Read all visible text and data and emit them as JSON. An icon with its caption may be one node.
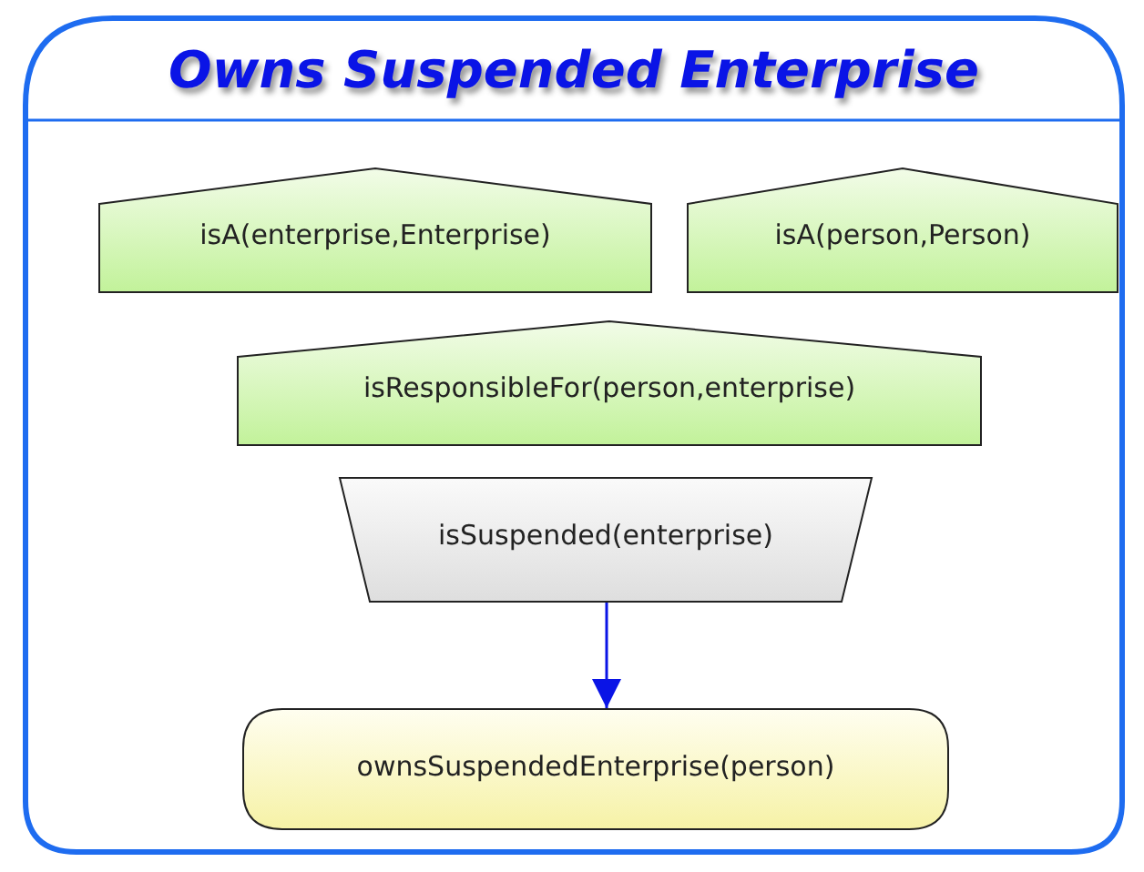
{
  "diagram": {
    "nodes": [
      {
        "text": [
          "Owns Suspended Enterprise"
        ]
      },
      {
        "text": [
          "isA(enterprise,Enterprise)"
        ],
        "in": 0
      },
      {
        "text": [
          "isA(person,Person)"
        ],
        "in": 0
      },
      {
        "text": [
          "isResponsibleFor(person,enterprise)"
        ],
        "in": 0
      },
      {
        "text": [
          "isSuspended(enterprise)"
        ],
        "in": 0
      },
      {
        "text": [
          "ownsSuspendedEnterprise(person)"
        ],
        "in": 0
      }
    ],
    "edges": [
      {
        "from": 4,
        "to": 5,
        "arrow": "to"
      }
    ]
  }
}
